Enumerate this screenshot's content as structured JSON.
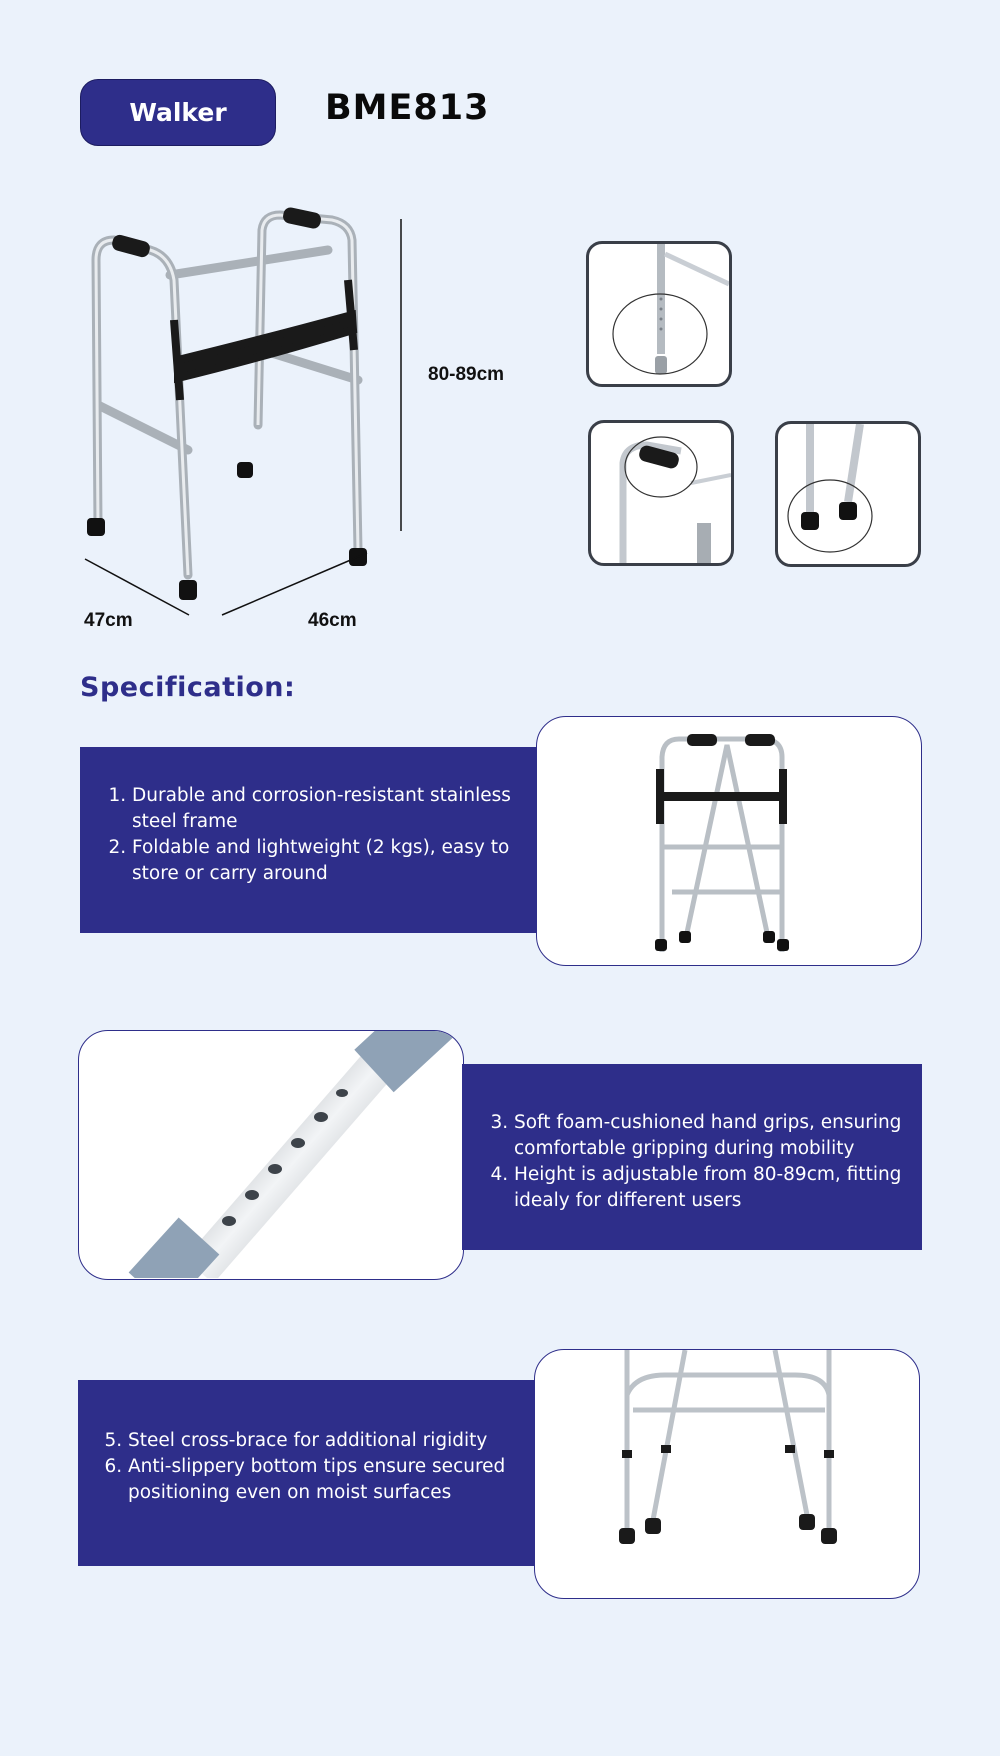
{
  "header": {
    "category": "Walker",
    "model": "BME813"
  },
  "dimensions": {
    "height": "80-89cm",
    "depth": "47cm",
    "width": "46cm"
  },
  "spec": {
    "title": "Specification:",
    "features": [
      "Durable and corrosion-resistant stainless steel frame",
      "Foldable and lightweight (2 kgs), easy to store or carry around",
      "Soft foam-cushioned hand grips, ensuring comfortable gripping during mobility",
      "Height is adjustable from 80-89cm, fitting idealy for different users",
      "Steel cross-brace for additional rigidity",
      "Anti-slippery bottom tips ensure secured positioning even on moist surfaces"
    ]
  },
  "colors": {
    "accent": "#2e2e8a",
    "background": "#ebf2fb",
    "frame": "#c9ced4",
    "grip": "#1a1a1a"
  }
}
